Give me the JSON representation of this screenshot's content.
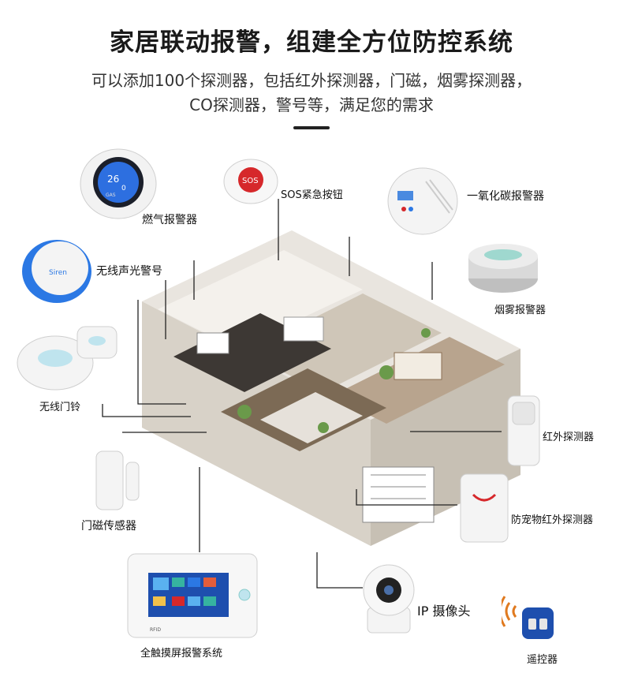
{
  "header": {
    "title": "家居联动报警，组建全方位防控系统",
    "subtitle_line1": "可以添加100个探测器，包括红外探测器，门磁，烟雾探测器，",
    "subtitle_line2": "CO探测器，警号等，满足您的需求"
  },
  "devices": {
    "gas": {
      "label": "燃气报警器",
      "screen_text": "26",
      "badge": "GAS"
    },
    "sos": {
      "label": "SOS紧急按钮",
      "badge": "SOS"
    },
    "co": {
      "label": "一氧化碳报警器"
    },
    "siren": {
      "label": "无线声光警号",
      "badge": "Siren"
    },
    "smoke": {
      "label": "烟雾报警器"
    },
    "doorbell": {
      "label": "无线门铃"
    },
    "pir": {
      "label": "红外探测器"
    },
    "door_sensor": {
      "label": "门磁传感器"
    },
    "pet_pir": {
      "label": "防宠物红外探测器"
    },
    "panel": {
      "label": "全触摸屏报警系统",
      "badge": "RFID"
    },
    "camera": {
      "label": "IP 摄像头"
    },
    "remote": {
      "label": "遥控器"
    }
  },
  "colors": {
    "accent_blue": "#2b78e4",
    "alarm_red": "#d6282b",
    "line": "#222222",
    "signal_orange": "#e07a1f"
  }
}
